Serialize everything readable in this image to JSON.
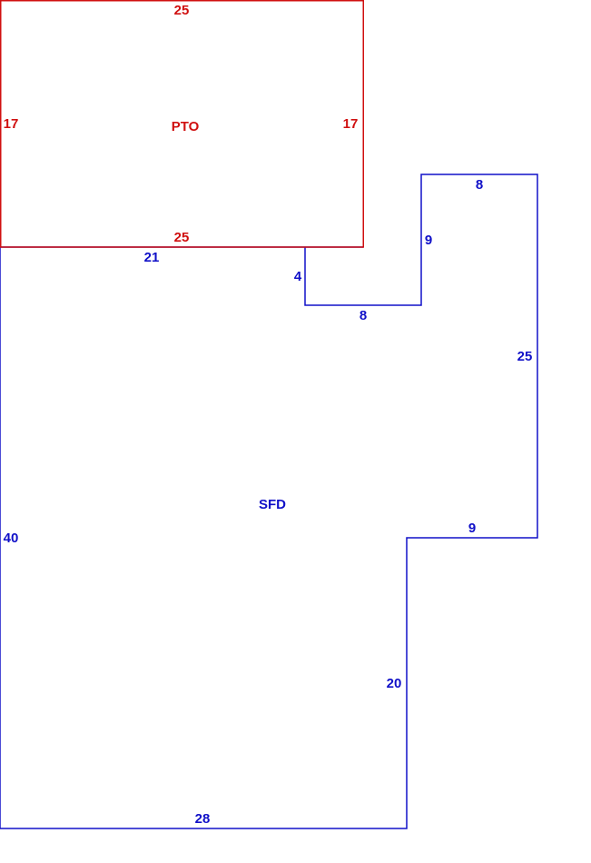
{
  "colors": {
    "pto": "#d01010",
    "sfd": "#1010c8",
    "background": "#ffffff"
  },
  "pto": {
    "label": "PTO",
    "dimensions": {
      "top": "25",
      "left": "17",
      "right": "17",
      "bottom": "25"
    }
  },
  "sfd": {
    "label": "SFD",
    "dimensions": {
      "top_left": "21",
      "notch_down": "4",
      "notch_bottom": "8",
      "notch_up": "9",
      "top_right": "8",
      "right_upper": "25",
      "step_in": "9",
      "right_lower": "20",
      "bottom": "28",
      "left": "40"
    }
  }
}
